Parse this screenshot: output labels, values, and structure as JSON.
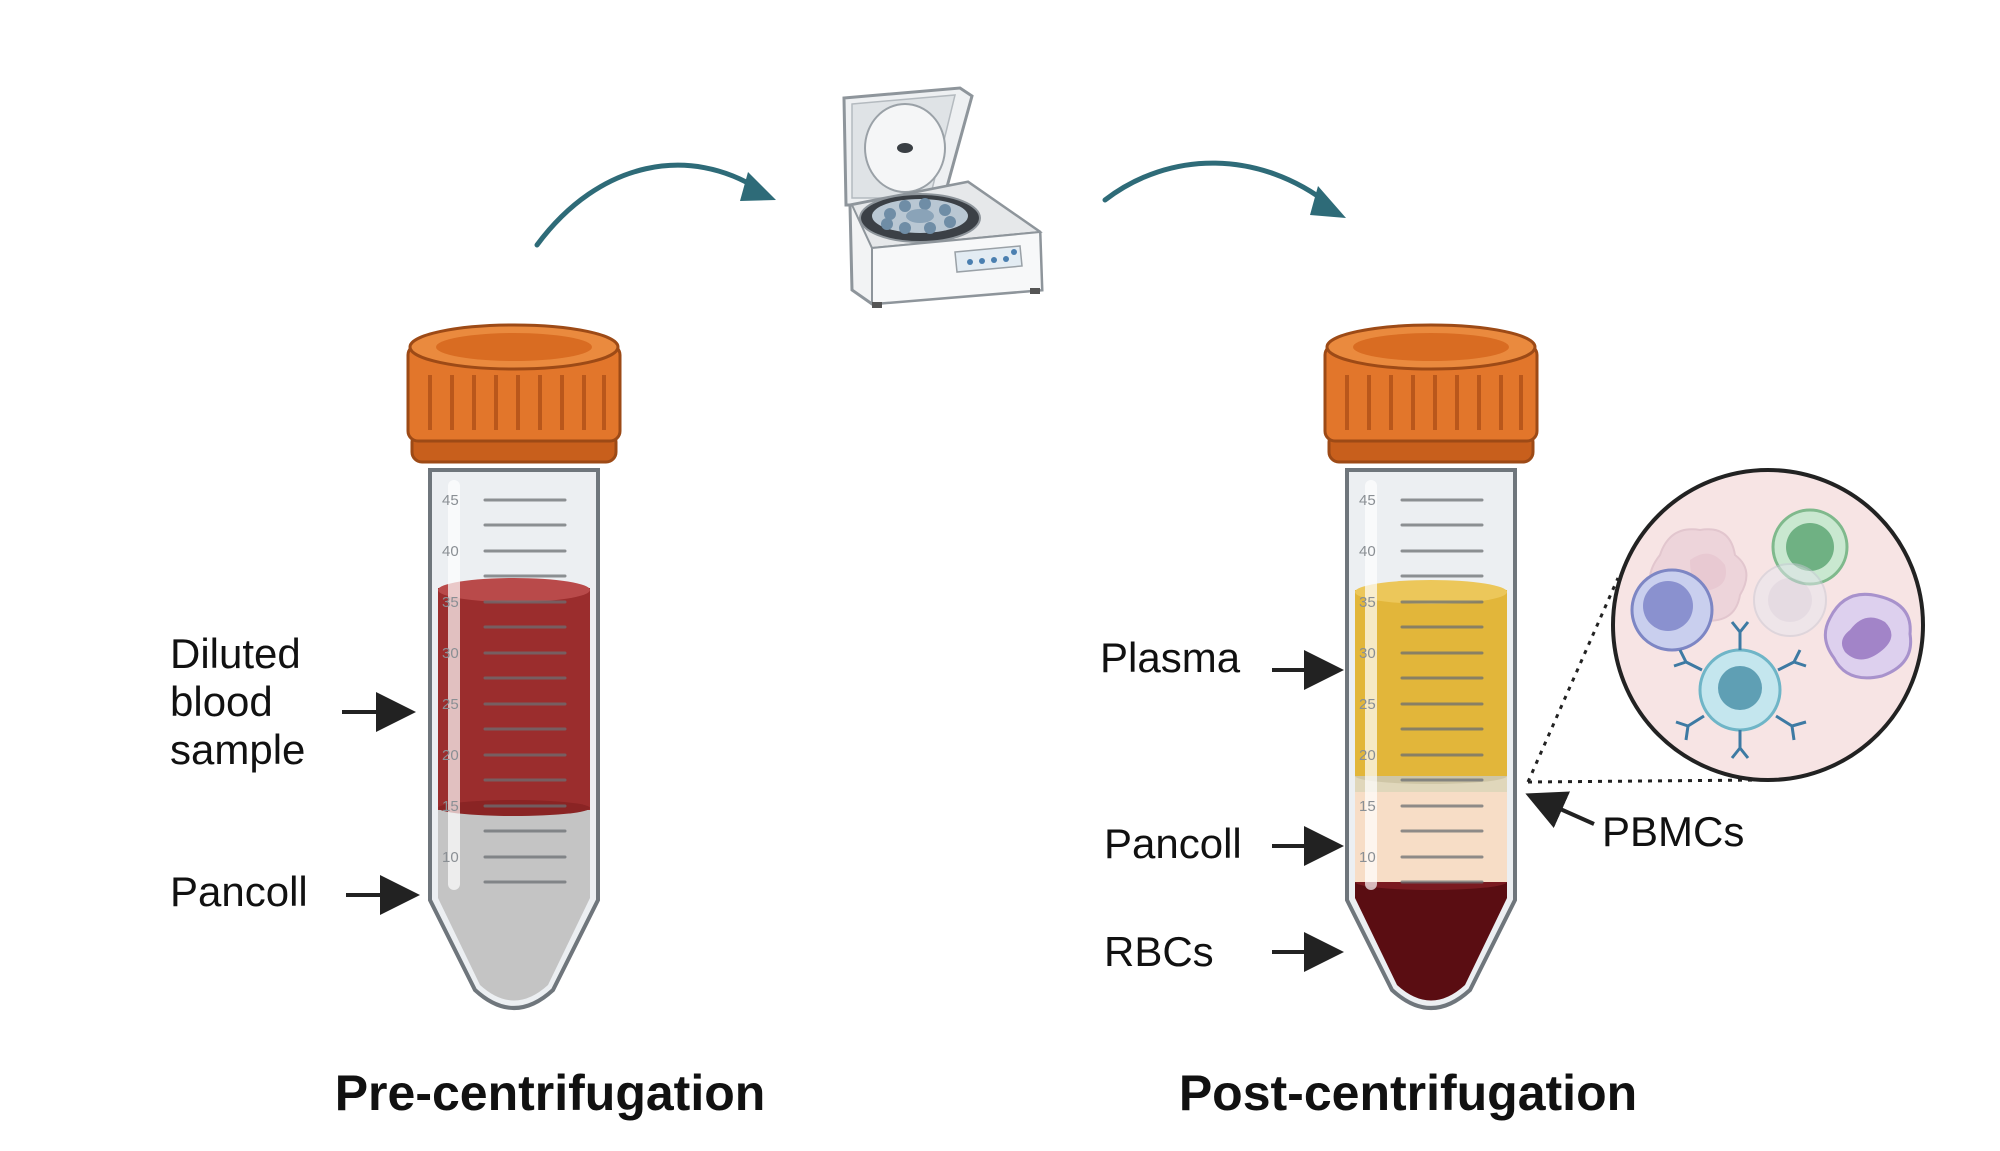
{
  "colors": {
    "flow_arrow": "#2e6b78",
    "cap_orange": "#e2762b",
    "tube_glass": "#e9ecef",
    "blood": "#9b2d2d",
    "pancoll_pre": "#c4c4c4",
    "plasma": "#e2b63a",
    "pbmc_layer": "#e0d7bb",
    "pancoll_post": "#f7ddc6",
    "rbc": "#5a0d12",
    "inset_bg": "#f7e4e4"
  },
  "icons": [
    "centrifuge-icon",
    "flow-arrow-icon",
    "cell-icon"
  ],
  "graduation_marks": [
    "45",
    "40",
    "35",
    "30",
    "25",
    "20",
    "15",
    "10"
  ],
  "pre_tube": {
    "caption": "Pre-centrifugation",
    "label_blood_line1": "Diluted",
    "label_blood_line2": "blood",
    "label_blood_line3": "sample",
    "label_pancoll": "Pancoll"
  },
  "post_tube": {
    "caption": "Post-centrifugation",
    "label_plasma": "Plasma",
    "label_pancoll": "Pancoll",
    "label_rbcs": "RBCs",
    "label_pbmcs": "PBMCs"
  }
}
